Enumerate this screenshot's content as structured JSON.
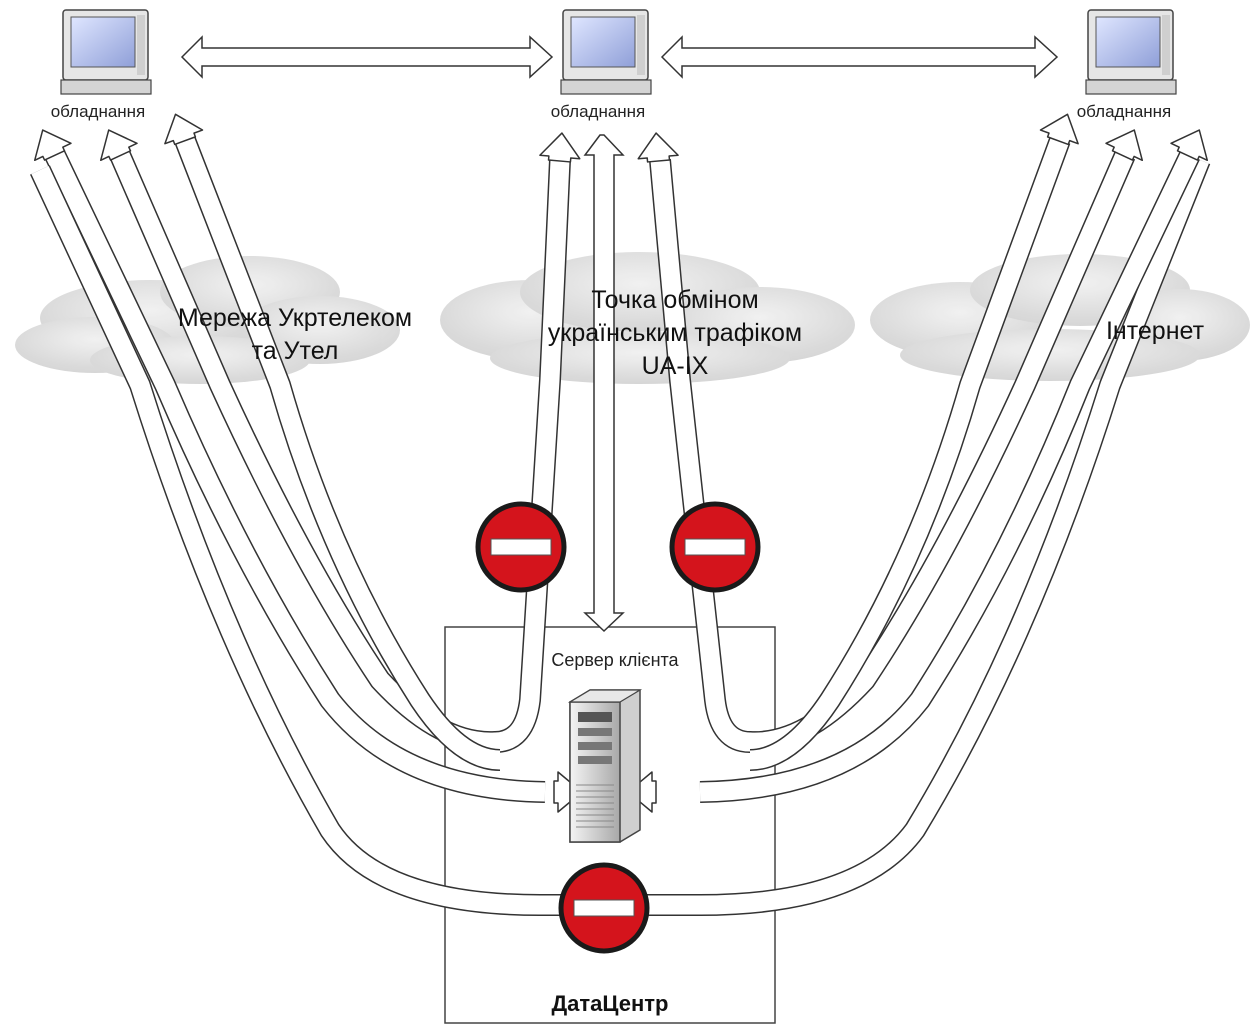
{
  "devices": [
    {
      "label": "обладнання",
      "icon": "computer-icon"
    },
    {
      "label": "обладнання",
      "icon": "computer-icon"
    },
    {
      "label": "обладнання",
      "icon": "computer-icon"
    }
  ],
  "clouds": {
    "ukrtelecom": {
      "line1": "Мережа Укртелеком",
      "line2": "та Утел"
    },
    "uaix": {
      "line1": "Точка обміном",
      "line2": "українським трафіком",
      "line3": "UA-IX"
    },
    "internet": {
      "line1": "Інтернет"
    }
  },
  "server": {
    "label": "Сервер клієнта",
    "icon": "server-tower-icon"
  },
  "datacenter": {
    "label": "ДатаЦентр"
  },
  "blocked_icon": "no-entry-icon",
  "colors": {
    "block_red": "#d4141c",
    "stroke": "#333333",
    "cloud": "#e2e2e2"
  }
}
